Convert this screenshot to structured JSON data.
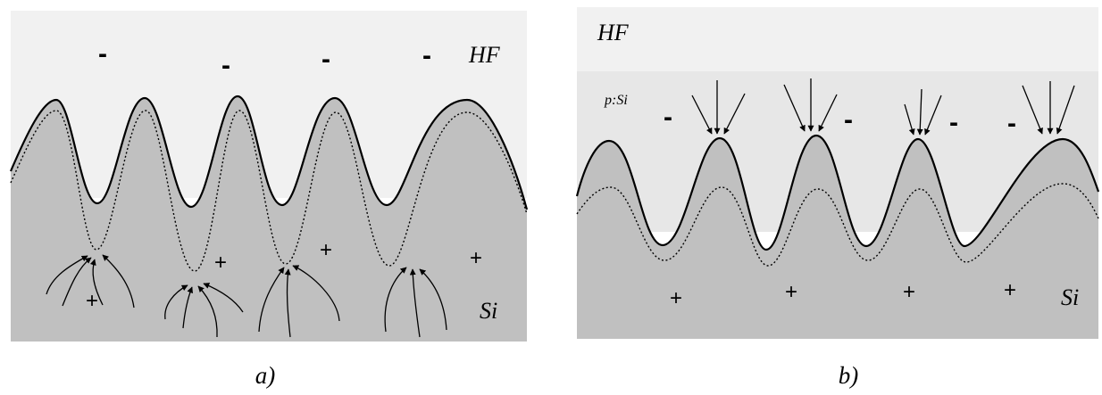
{
  "panel_a": {
    "medium_label": "HF",
    "substrate_label": "Si",
    "caption": "a)",
    "minus_sign": "-",
    "plus_sign": "+"
  },
  "panel_b": {
    "medium_label": "HF",
    "layer_label": "p:Si",
    "substrate_label": "Si",
    "caption": "b)",
    "minus_sign": "-",
    "plus_sign": "+"
  },
  "colors": {
    "medium_fill": "#f1f1f1",
    "layer_fill": "#e7e7e7",
    "substrate_fill": "#c0c0c0",
    "line": "#000000"
  }
}
